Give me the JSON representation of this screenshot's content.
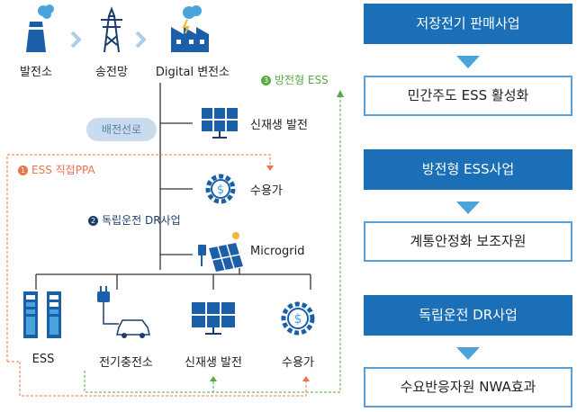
{
  "top_nodes": [
    {
      "label": "발전소",
      "icon": "power-plant-icon"
    },
    {
      "label": "송전망",
      "icon": "transmission-tower-icon"
    },
    {
      "label": "Digital 변전소",
      "icon": "digital-substation-icon"
    }
  ],
  "distribution_line": "배전선로",
  "branches": [
    {
      "label": "신재생 발전",
      "icon": "solar-panel-icon"
    },
    {
      "label": "수용가",
      "icon": "consumer-gear-icon"
    },
    {
      "label": "Microgrid",
      "icon": "microgrid-solar-icon"
    }
  ],
  "paths": [
    {
      "num": "1",
      "label": "ESS 직접PPA",
      "color": "#e8744a"
    },
    {
      "num": "2",
      "label": "독립운전 DR사업",
      "color": "#1b3d6e"
    },
    {
      "num": "3",
      "label": "방전형 ESS",
      "color": "#5aa844"
    }
  ],
  "microgrid_nodes": [
    {
      "label": "ESS",
      "icon": "battery-icon"
    },
    {
      "label": "전기충전소",
      "icon": "ev-charger-icon"
    },
    {
      "label": "신재생 발전",
      "icon": "solar-panel-icon"
    },
    {
      "label": "수용가",
      "icon": "consumer-gear-icon"
    }
  ],
  "business_flow": [
    {
      "title": "저장전기 판매사업",
      "result": "민간주도 ESS 활성화"
    },
    {
      "title": "방전형 ESS사업",
      "result": "계통안정화 보조자원"
    },
    {
      "title": "독립운전 DR사업",
      "result": "수요반응자원 NWA효과"
    }
  ],
  "colors": {
    "dark_blue": "#1a6fb6",
    "light_blue": "#4aa3db",
    "navy": "#1b3d6e",
    "orange": "#e8744a",
    "green": "#5aa844"
  }
}
